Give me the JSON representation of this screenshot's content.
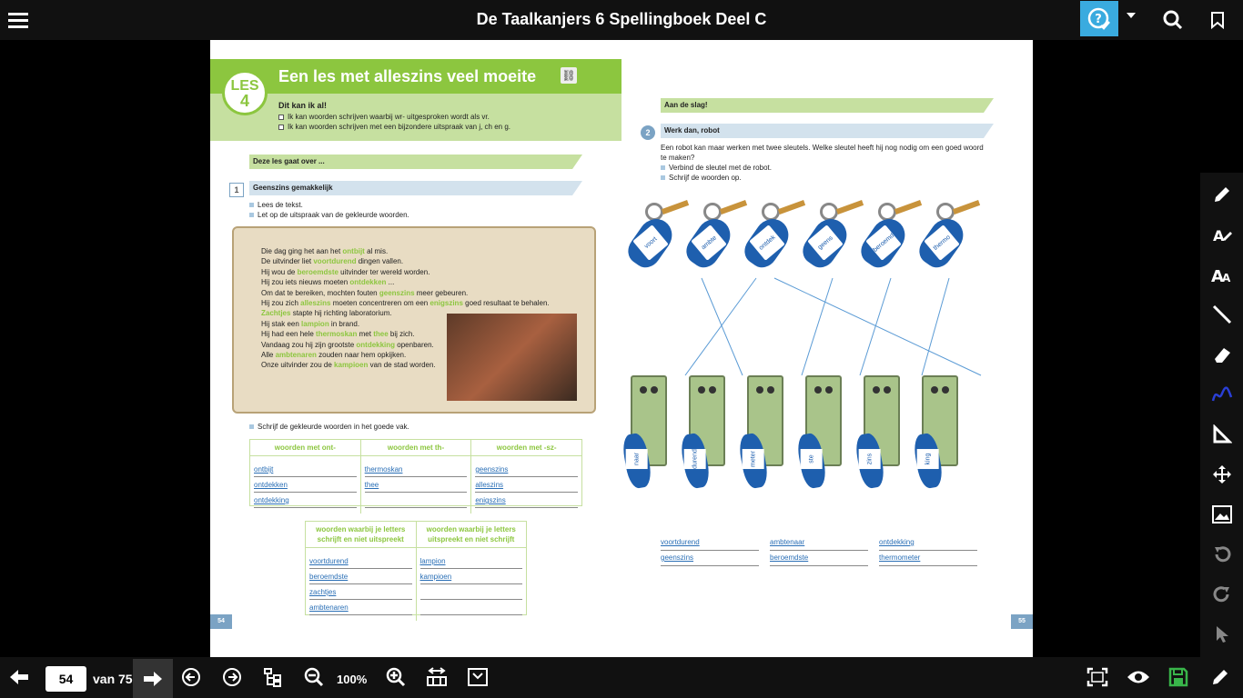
{
  "app": {
    "title": "De Taalkanjers 6 Spellingboek Deel C",
    "accent": "#3aabdf"
  },
  "left_page": {
    "badge_line1": "LES",
    "badge_line2": "4",
    "title": "Een les met alleszins veel moeite",
    "kan_heading": "Dit kan ik al!",
    "kan_items": [
      "Ik kan woorden schrijven waarbij wr- uitgesproken wordt als vr.",
      "Ik kan woorden schrijven met een bijzondere uitspraak van j, ch en g."
    ],
    "band_about": "Deze les gaat over ...",
    "ex1_number": "1",
    "ex1_title": "Geenszins gemakkelijk",
    "ex1_instr": [
      "Lees de tekst.",
      "Let op de uitspraak van de gekleurde woorden."
    ],
    "story": [
      [
        "Die dag ging het aan het ",
        "ontbijt",
        " al mis."
      ],
      [
        "De uitvinder liet ",
        "voortdurend",
        " dingen vallen."
      ],
      [
        "Hij wou de ",
        "beroemdste",
        " uitvinder ter wereld worden."
      ],
      [
        "Hij zou iets nieuws moeten ",
        "ontdekken",
        " ..."
      ],
      [
        "Om dat te bereiken, mochten fouten ",
        "geenszins",
        " meer gebeuren."
      ],
      [
        "Hij zou zich ",
        "alleszins",
        " moeten concentreren om een ",
        "enigszins",
        " goed resultaat te behalen."
      ],
      [
        "",
        "Zachtjes",
        " stapte hij richting laboratorium."
      ],
      [
        "Hij stak een ",
        "lampion",
        " in brand."
      ],
      [
        "Hij had een hele ",
        "thermoskan",
        " met ",
        "thee",
        " bij zich."
      ],
      [
        "Vandaag zou hij zijn grootste ",
        "ontdekking",
        " openbaren."
      ],
      [
        "Alle ",
        "ambtenaren",
        " zouden naar hem opkijken."
      ],
      [
        "Onze uitvinder zou de ",
        "kampioen",
        " van de stad worden."
      ]
    ],
    "write_instr": "Schrijf de gekleurde woorden in het goede vak.",
    "table1": {
      "headers": [
        "woorden met ont-",
        "woorden met th-",
        "woorden met -sz-"
      ],
      "columns": [
        [
          "ontbijt",
          "ontdekken",
          "ontdekking"
        ],
        [
          "thermoskan",
          "thee",
          ""
        ],
        [
          "geenszins",
          "alleszins",
          "enigszins"
        ]
      ]
    },
    "table2": {
      "headers": [
        "woorden waarbij je letters schrijft en niet uitspreekt",
        "woorden waarbij je letters uitspreekt en niet schrijft"
      ],
      "columns": [
        [
          "voortdurend",
          "beroemdste",
          "zachtjes",
          "ambtenaren"
        ],
        [
          "lampion",
          "kampioen",
          "",
          ""
        ]
      ]
    },
    "page_number": "54"
  },
  "right_page": {
    "band_start": "Aan de slag!",
    "ex2_number": "2",
    "ex2_title": "Werk dan, robot",
    "ex2_text": "Een robot kan maar werken met twee sleutels. Welke sleutel heeft hij nog nodig om een goed woord te maken?",
    "ex2_instr": [
      "Verbind de sleutel met de robot.",
      "Schrijf de woorden op."
    ],
    "keys": [
      "voort",
      "ambte",
      "ontdek",
      "geens",
      "beroemd",
      "thermo"
    ],
    "robots": [
      "naar",
      "durend",
      "meter",
      "ste",
      "zins",
      "king"
    ],
    "answers": [
      [
        "voortdurend",
        "ambtenaar",
        "ontdekking"
      ],
      [
        "geenszins",
        "beroemdste",
        "thermometer"
      ]
    ],
    "page_number": "55"
  },
  "toolbar": {
    "current_page": "54",
    "total_label": "van 75",
    "zoom": "100%"
  },
  "icons": {
    "menu": "hamburger-icon",
    "help": "help-check-icon",
    "search": "search-icon",
    "bookmark": "bookmark-icon"
  }
}
